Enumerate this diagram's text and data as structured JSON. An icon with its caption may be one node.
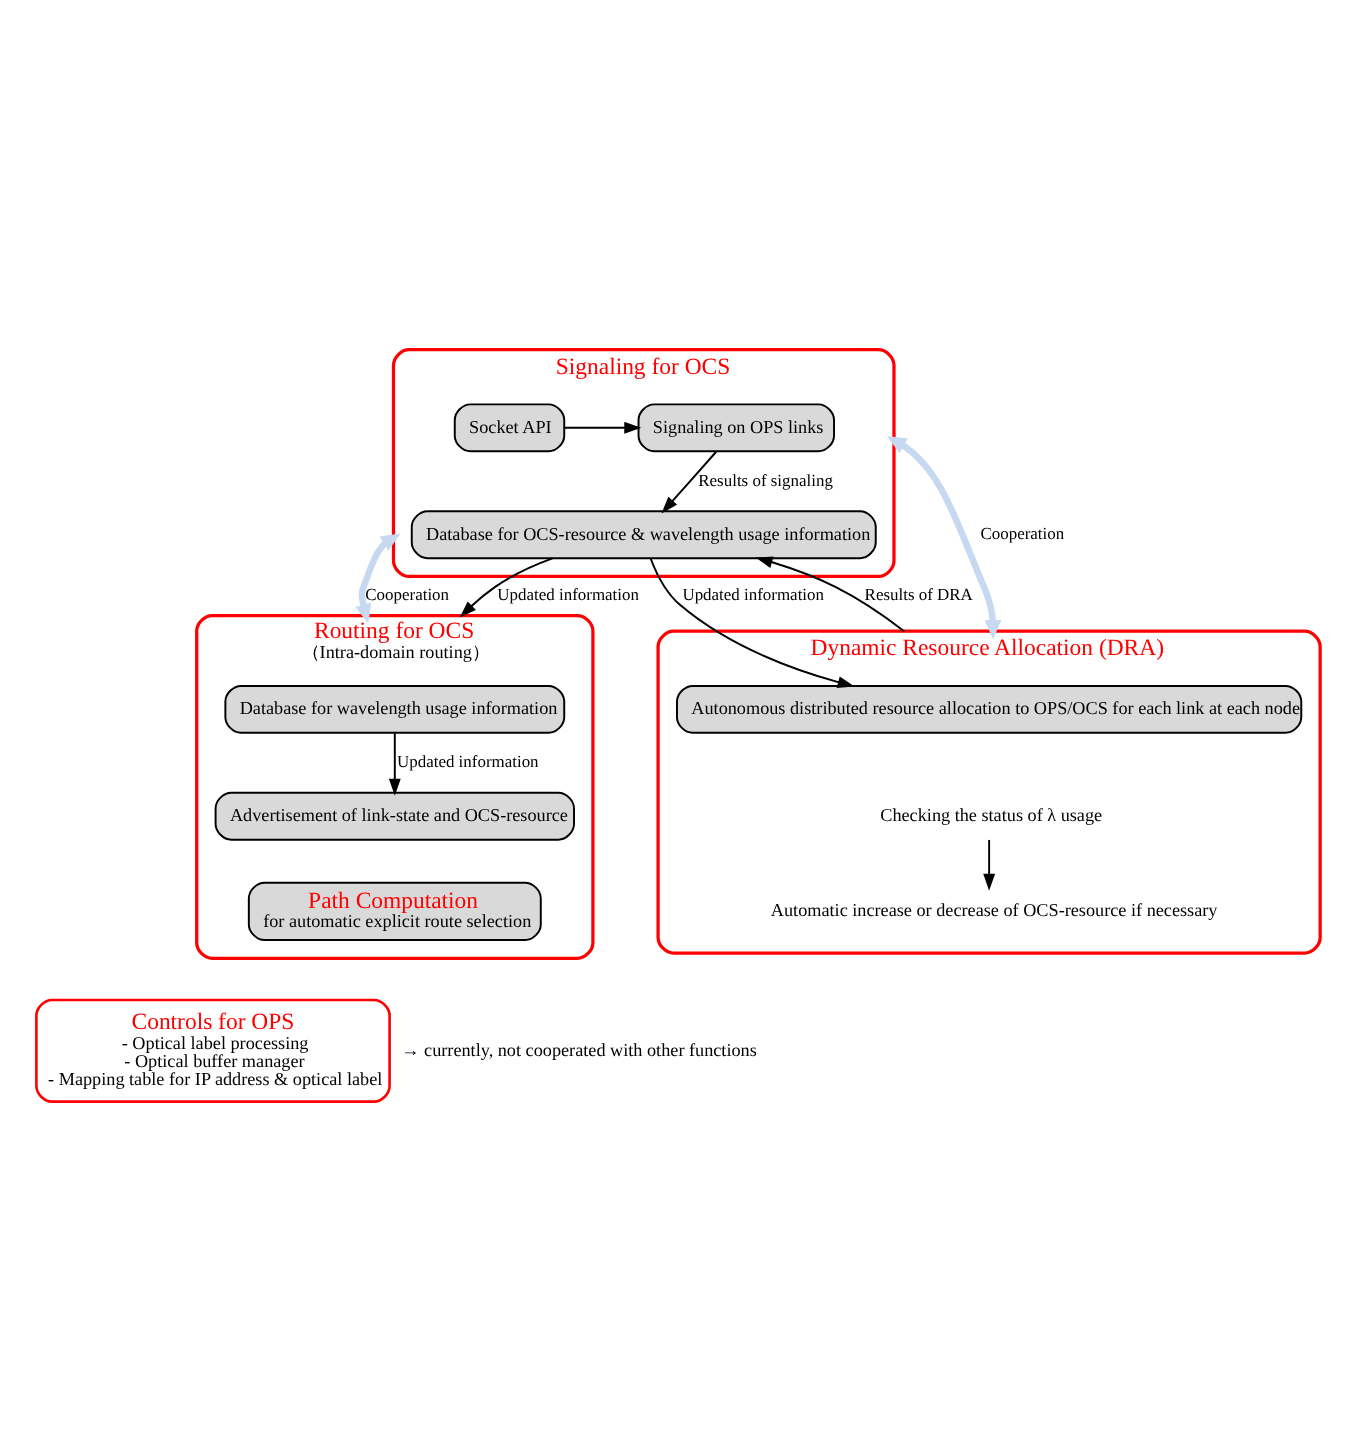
{
  "diagram": {
    "nodes": [
      {
        "text": [
          "Signaling for OCS"
        ]
      },
      {
        "text": [
          "Socket API"
        ],
        "in": 0
      },
      {
        "text": [
          "Signaling on OPS links"
        ],
        "in": 0
      },
      {
        "text": [
          "Database for OCS-resource & wavelength usage information"
        ],
        "in": 0
      },
      {
        "text": [
          "Routing for OCS",
          "（Intra-domain routing）"
        ]
      },
      {
        "text": [
          "Database for wavelength usage information"
        ],
        "in": 4
      },
      {
        "text": [
          "Advertisement of link-state and OCS-resource"
        ],
        "in": 4
      },
      {
        "text": [
          "Path Computation",
          "for automatic explicit route selection"
        ],
        "in": 4
      },
      {
        "text": [
          "Dynamic Resource Allocation (DRA)"
        ]
      },
      {
        "text": [
          "Autonomous distributed resource allocation to OPS/OCS for each link at each node"
        ],
        "in": 8
      },
      {
        "text": [
          "Checking the status of λ usage"
        ],
        "in": 8
      },
      {
        "text": [
          "Automatic increase or decrease of OCS-resource if necessary"
        ],
        "in": 8
      },
      {
        "text": [
          "Controls for OPS",
          "- Optical label processing",
          "- Optical buffer manager",
          "- Mapping table for IP address & optical label"
        ],
        "beside": [
          "→ currently, not cooperated with other functions"
        ]
      }
    ],
    "edges": [
      {
        "from": 1,
        "to": 2,
        "arrow": "to"
      },
      {
        "from": 2,
        "to": 3,
        "arrow": "to",
        "label": "Results of signaling"
      },
      {
        "from": 0,
        "to": 4,
        "arrow": "both",
        "label": "Cooperation",
        "style": "thick",
        "color": "#c6d9f1"
      },
      {
        "from": 0,
        "to": 8,
        "arrow": "both",
        "label": "Cooperation",
        "style": "thick",
        "color": "#c6d9f1"
      },
      {
        "from": 3,
        "to": 4,
        "arrow": "to",
        "label": "Updated information"
      },
      {
        "from": 8,
        "to": 3,
        "arrow": "to",
        "label": "Results of DRA"
      },
      {
        "from": 3,
        "to": 9,
        "arrow": "to",
        "label": "Updated information"
      },
      {
        "from": 5,
        "to": 6,
        "arrow": "to",
        "label": "Updated information"
      },
      {
        "from": 10,
        "to": 11,
        "arrow": "to"
      }
    ]
  }
}
